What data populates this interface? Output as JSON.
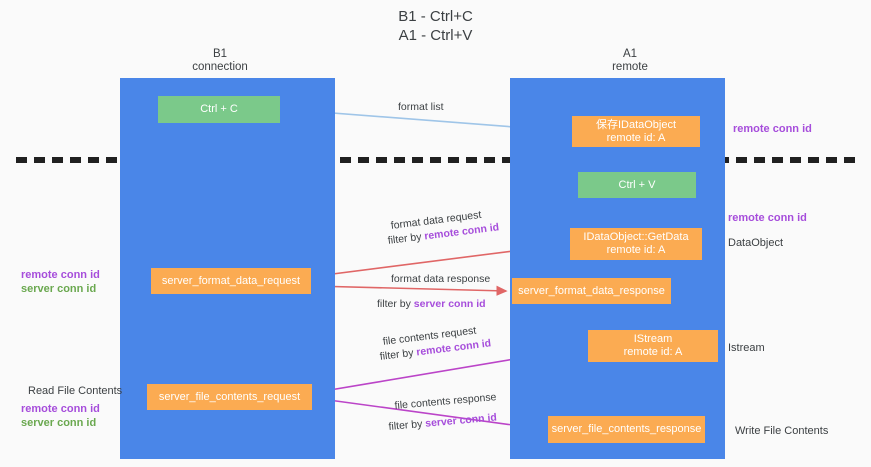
{
  "title": "B1 - Ctrl+C\nA1 - Ctrl+V",
  "columns": {
    "left": {
      "name": "B1",
      "role": "connection",
      "text": "B1\nconnection"
    },
    "right": {
      "name": "A1",
      "role": "remote",
      "text": "A1\nremote"
    }
  },
  "nodes": {
    "ctrl_c": {
      "label": "Ctrl + C",
      "color": "#7bc98a"
    },
    "save_dataobject": {
      "label": "保存IDataObject",
      "sub": "remote id: A",
      "color": "#fbab52"
    },
    "ctrl_v": {
      "label": "Ctrl + V",
      "color": "#7bc98a"
    },
    "getdata": {
      "label": "IDataObject::GetData",
      "sub": "remote id: A",
      "color": "#fbab52"
    },
    "server_format_data_request": {
      "label": "server_format_data_request",
      "color": "#fbab52"
    },
    "server_format_data_response": {
      "label": "server_format_data_response",
      "color": "#fbab52"
    },
    "istream": {
      "label": "IStream",
      "sub": "remote id: A",
      "color": "#fbab52"
    },
    "server_file_contents_request": {
      "label": "server_file_contents_request",
      "color": "#fbab52"
    },
    "server_file_contents_response": {
      "label": "server_file_contents_response",
      "color": "#fbab52"
    }
  },
  "connector_labels": {
    "format_list": "format list",
    "format_data_request": "format data request",
    "filter_by_remote_1": {
      "prefix": "filter by ",
      "key": "remote conn id"
    },
    "format_data_response": "format data response",
    "filter_by_server_1": {
      "prefix": "filter by ",
      "key": "server conn id"
    },
    "file_contents_request": "file contents request",
    "filter_by_remote_2": {
      "prefix": "filter by ",
      "key": "remote conn id"
    },
    "file_contents_response": "file contents response",
    "filter_by_server_2": {
      "prefix": "filter by ",
      "key": "server conn id"
    }
  },
  "annotations": {
    "right_remote_conn_id_top": "remote conn id",
    "right_remote_conn_id_mid": "remote conn id",
    "dataobject": "DataObject",
    "istream": "Istream",
    "write_file_contents": "Write File Contents",
    "left_remote_conn_id_mid": "remote conn id",
    "left_server_conn_id_mid": "server conn id",
    "read_file_contents": "Read File Contents",
    "left_remote_conn_id_bottom": "remote conn id",
    "left_server_conn_id_bottom": "server conn id"
  },
  "colors": {
    "lane": "#4a86e8",
    "green_node": "#7bc98a",
    "orange_node": "#fbab52",
    "remote_conn_id": "#a64ddb",
    "server_conn_id": "#6aa84f",
    "arrow_blue": "#9fc5e8",
    "arrow_red": "#e06666",
    "arrow_magenta": "#bb44c8",
    "arrow_black": "#000000",
    "divider": "#202020",
    "background": "#fafafa"
  }
}
